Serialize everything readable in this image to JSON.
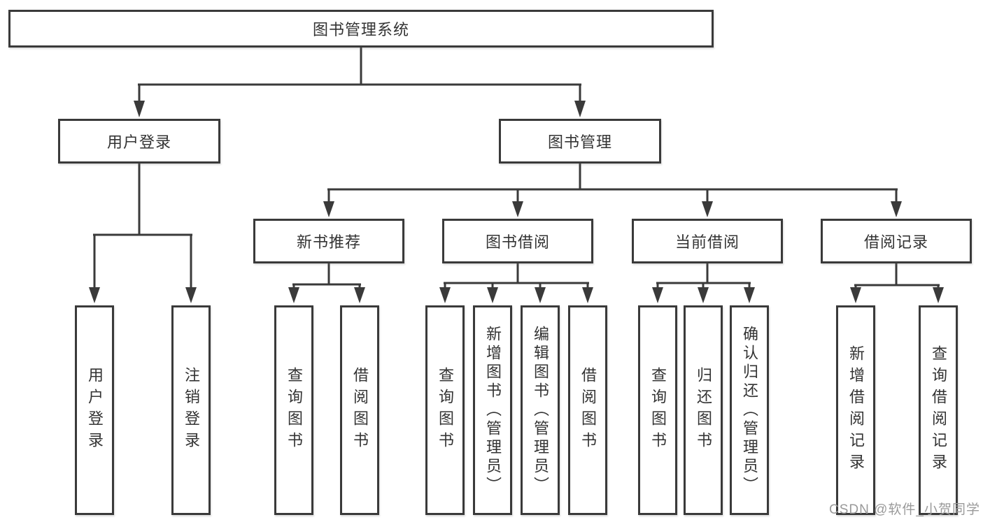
{
  "tree": {
    "label": "图书管理系统",
    "children": [
      {
        "label": "用户登录",
        "children": [
          {
            "label": "用户登录"
          },
          {
            "label": "注销登录"
          }
        ]
      },
      {
        "label": "图书管理",
        "children": [
          {
            "label": "新书推荐",
            "children": [
              {
                "label": "查询图书"
              },
              {
                "label": "借阅图书"
              }
            ]
          },
          {
            "label": "图书借阅",
            "children": [
              {
                "label": "查询图书"
              },
              {
                "label": "新增图书（管理员）"
              },
              {
                "label": "编辑图书（管理员）"
              },
              {
                "label": "借阅图书"
              }
            ]
          },
          {
            "label": "当前借阅",
            "children": [
              {
                "label": "查询图书"
              },
              {
                "label": "归还图书"
              },
              {
                "label": "确认归还（管理员）"
              }
            ]
          },
          {
            "label": "借阅记录",
            "children": [
              {
                "label": "新增借阅记录"
              },
              {
                "label": "查询借阅记录"
              }
            ]
          }
        ]
      }
    ]
  },
  "watermark": {
    "text": "CSDN @软件_小贺同学"
  },
  "colors": {
    "line": "#3a3a3a",
    "box_border": "#3a3a3a",
    "text": "#333333",
    "background": "#ffffff",
    "watermark": "#9a9a9a"
  }
}
